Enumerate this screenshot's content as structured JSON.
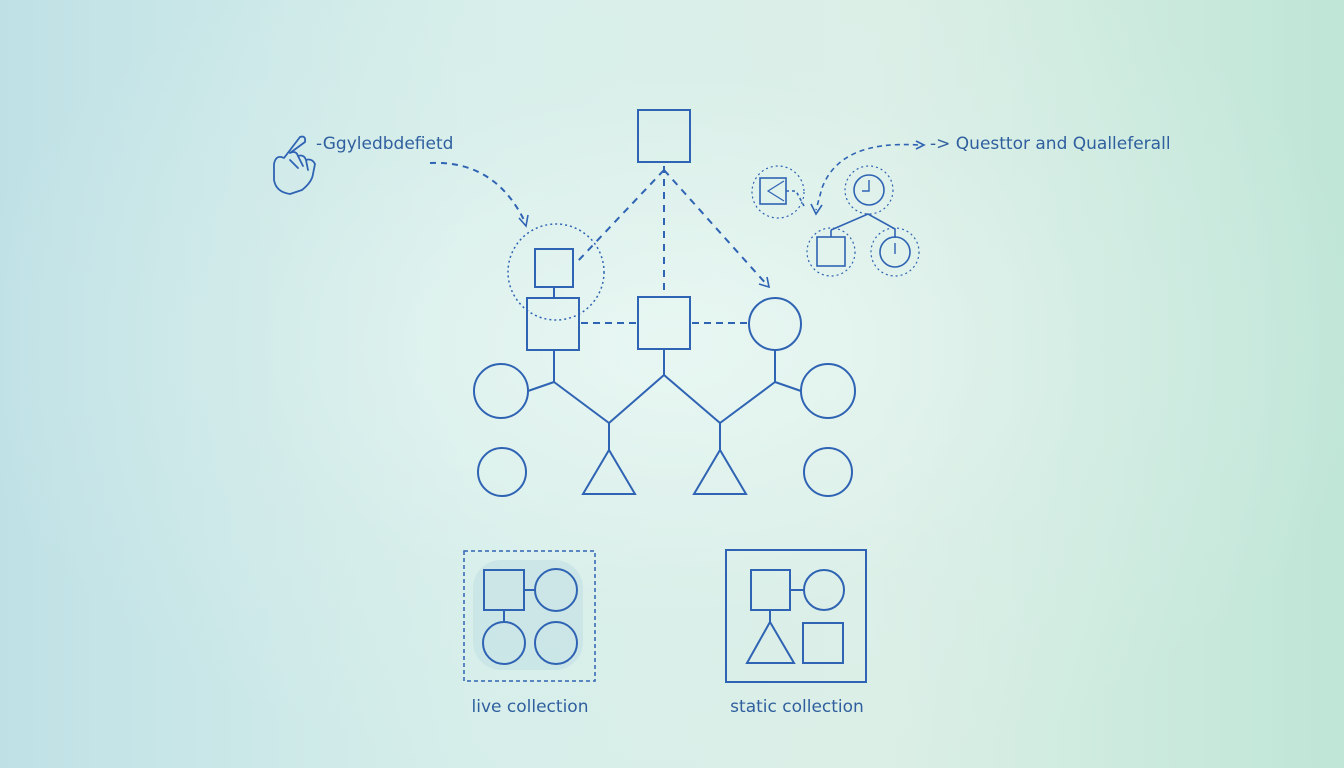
{
  "diagram": {
    "pointer_label": "-Ggyledbdefietd",
    "top_right_label": "-> Questtor and Qualleferall",
    "live_collection_label": "live collection",
    "static_collection_label": "static collection"
  },
  "colors": {
    "stroke": "#2f63b3",
    "text": "#2f5f9e",
    "background_left": "#bfe1e6",
    "background_right": "#bfe6d7"
  }
}
